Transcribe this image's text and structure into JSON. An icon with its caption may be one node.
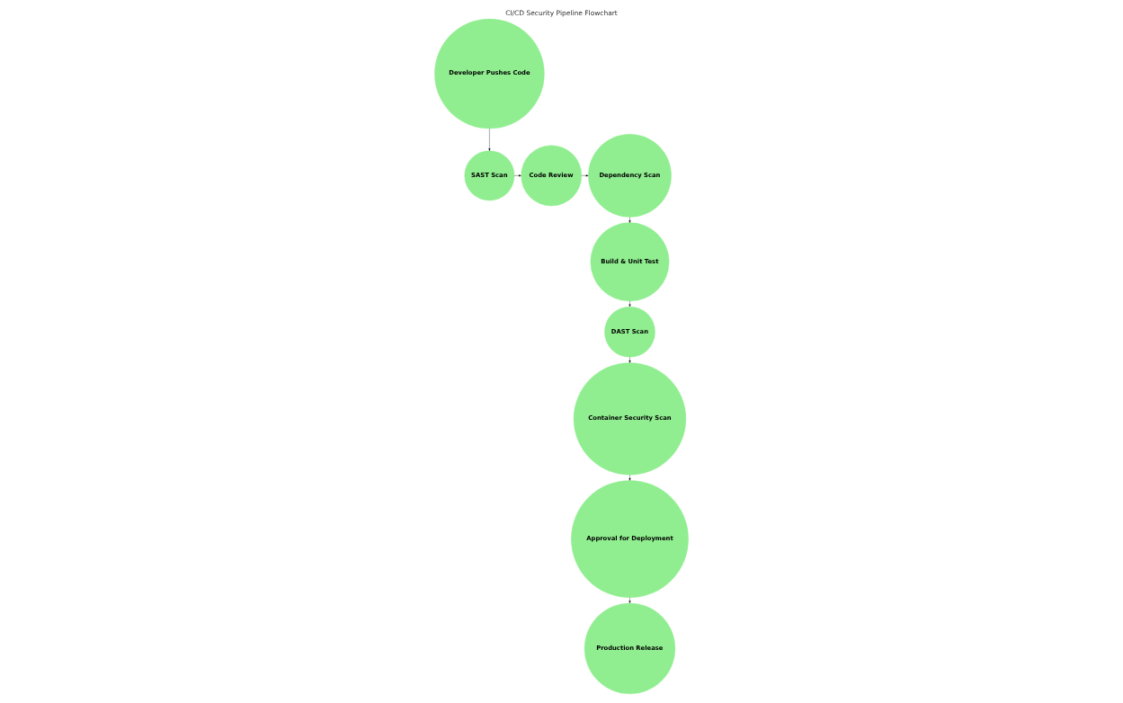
{
  "diagram": {
    "title": "CI/CD Security Pipeline Flowchart",
    "nodes": [
      {
        "text": [
          "Developer Pushes Code"
        ]
      },
      {
        "text": [
          "SAST Scan"
        ]
      },
      {
        "text": [
          "Code Review"
        ]
      },
      {
        "text": [
          "Dependency Scan"
        ]
      },
      {
        "text": [
          "Build & Unit Test"
        ]
      },
      {
        "text": [
          "DAST Scan"
        ]
      },
      {
        "text": [
          "Container Security Scan"
        ]
      },
      {
        "text": [
          "Approval for Deployment"
        ]
      },
      {
        "text": [
          "Production Release"
        ]
      }
    ],
    "edges": [
      {
        "from": 0,
        "to": 1,
        "arrow": "to"
      },
      {
        "from": 1,
        "to": 2,
        "arrow": "to"
      },
      {
        "from": 2,
        "to": 3,
        "arrow": "to"
      },
      {
        "from": 3,
        "to": 4,
        "arrow": "to"
      },
      {
        "from": 4,
        "to": 5,
        "arrow": "to"
      },
      {
        "from": 5,
        "to": 6,
        "arrow": "to"
      },
      {
        "from": 6,
        "to": 7,
        "arrow": "to"
      },
      {
        "from": 7,
        "to": 8,
        "arrow": "to"
      }
    ]
  }
}
